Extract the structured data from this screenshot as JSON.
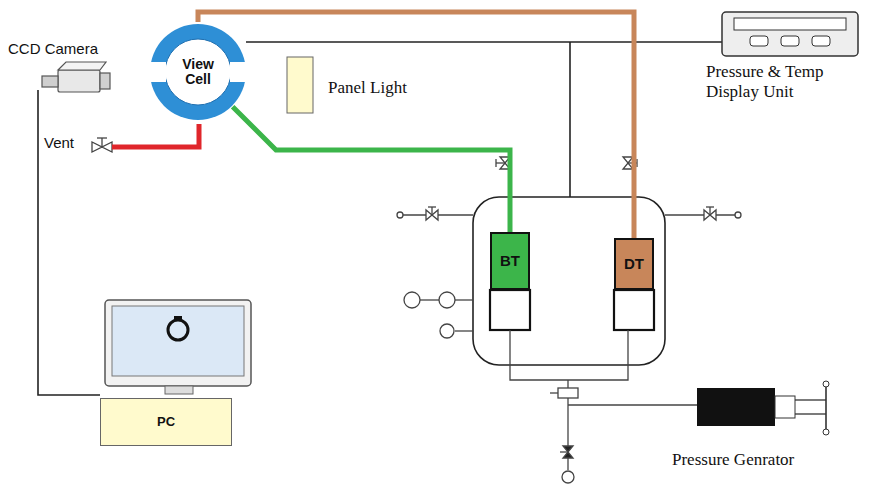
{
  "diagram": {
    "nodes": [
      {
        "text": [
          "View Cell"
        ]
      },
      {
        "text": [
          "BT"
        ]
      },
      {
        "text": [
          "DT"
        ]
      },
      {
        "text": [
          "PC"
        ]
      }
    ],
    "edges": [
      {
        "from": 0,
        "to": 1,
        "arrow": "none"
      },
      {
        "from": 0,
        "to": 2,
        "arrow": "none"
      }
    ],
    "labels": [
      "CCD Camera",
      "Vent",
      "Panel Light",
      "Pressure & Temp Display Unit",
      "Pressure Genrator"
    ]
  }
}
